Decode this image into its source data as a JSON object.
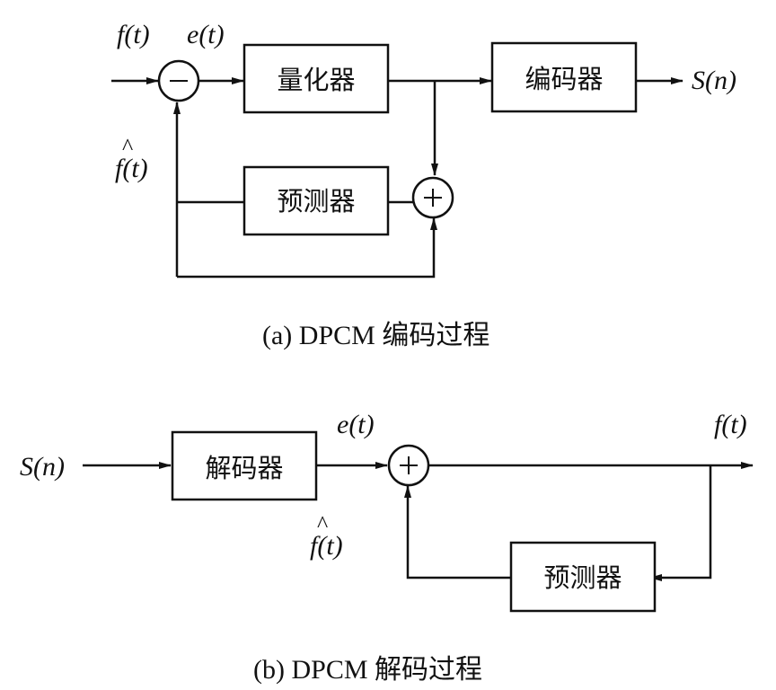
{
  "encoder": {
    "caption": "(a) DPCM 编码过程",
    "input_label": "f(t)",
    "error_label": "e(t)",
    "prediction_label": "f(t)",
    "prediction_hat": "^",
    "output_label": "S(n)",
    "quantizer_label": "量化器",
    "encoder_label": "编码器",
    "predictor_label": "预测器",
    "subtractor_symbol": "−",
    "adder_symbol": "+"
  },
  "decoder": {
    "caption": "(b) DPCM 解码过程",
    "input_label": "S(n)",
    "error_label": "e(t)",
    "prediction_label": "f(t)",
    "prediction_hat": "^",
    "output_label": "f(t)",
    "decoder_label": "解码器",
    "predictor_label": "预测器",
    "adder_symbol": "+"
  }
}
